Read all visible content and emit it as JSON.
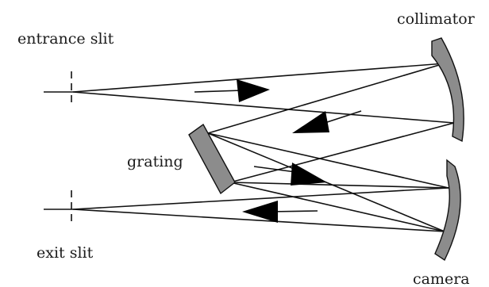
{
  "labels": {
    "entrance_slit": "entrance slit",
    "collimator": "collimator",
    "grating": "grating",
    "exit_slit": "exit slit",
    "camera": "camera"
  },
  "colors": {
    "optics_fill": "#8c8c8c",
    "ink": "#111111"
  }
}
